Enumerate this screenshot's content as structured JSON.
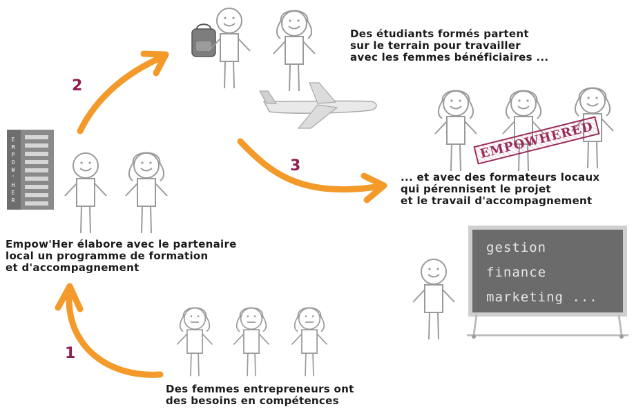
{
  "steps": [
    {
      "number": "1",
      "caption_lines": [
        "Des femmes entrepreneurs ont",
        "des besoins en compétences"
      ]
    },
    {
      "number": "2",
      "caption_lines": [
        "Des étudiants formés partent",
        "sur le terrain pour travailler",
        "avec les femmes bénéficiaires ..."
      ]
    },
    {
      "number": "3",
      "caption_lines": [
        "... et avec des formateurs locaux",
        "qui pérennisent le projet",
        "et le travail d'accompagnement"
      ]
    }
  ],
  "partner_caption_lines": [
    "Empow'Her élabore avec le partenaire",
    "local un programme de formation",
    "et d'accompagnement"
  ],
  "building_letters": [
    "E",
    "M",
    "P",
    "O",
    "W",
    "'",
    "H",
    "E",
    "R"
  ],
  "stamp_text": "EMPOWHERED",
  "board_words": [
    "gestion",
    "finance",
    "marketing ..."
  ],
  "colors": {
    "arrow": "#F39A2B",
    "number": "#8F1F52",
    "stamp": "#9B2A5A",
    "board": "#6B6B6B",
    "figure_stroke": "#9A9A9A"
  },
  "icons": [
    "building-icon",
    "backpack-icon",
    "airplane-icon",
    "whiteboard-icon",
    "stick-figure-icon"
  ]
}
